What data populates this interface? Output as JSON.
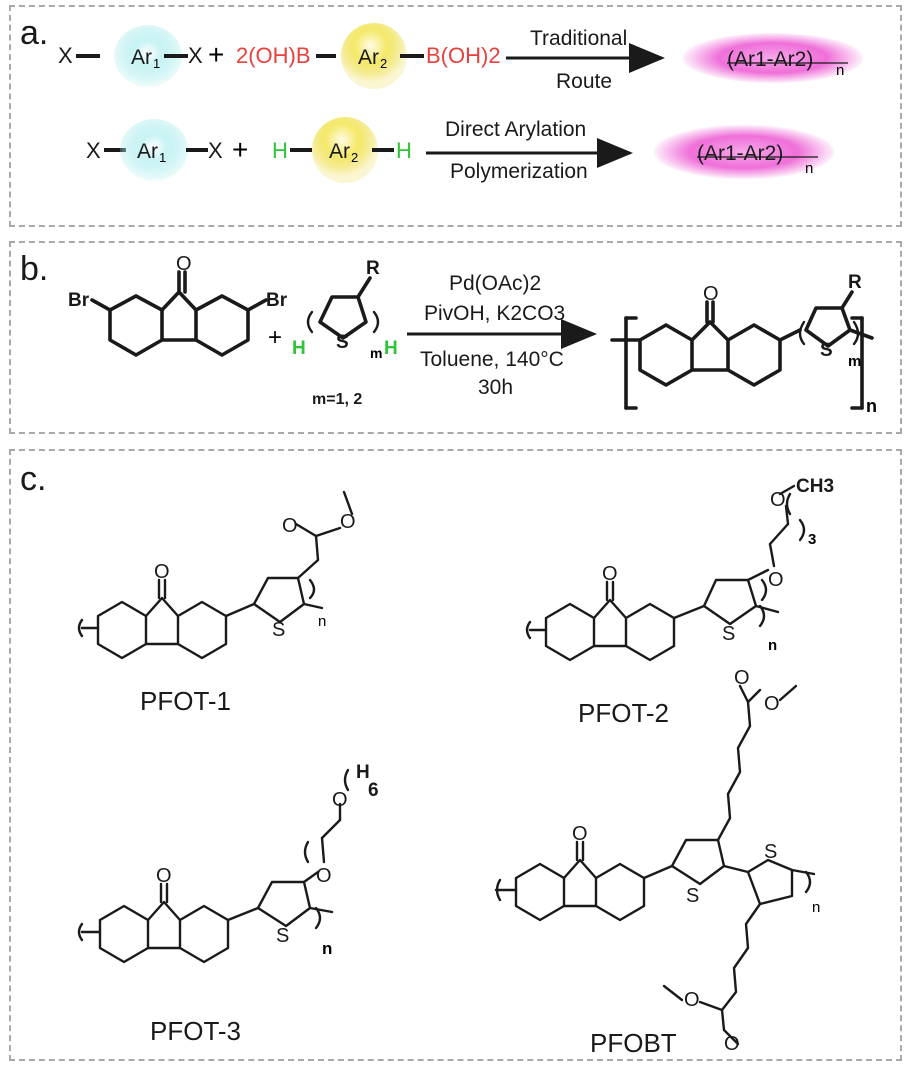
{
  "panels": {
    "a": {
      "label": "a.",
      "row1": {
        "x_left": "X",
        "ar1": "Ar",
        "ar1_sub": "1",
        "x_right": "X",
        "plus": "+",
        "boron_left": "2(OH)B",
        "ar2": "Ar",
        "ar2_sub": "2",
        "boron_right": "B(OH)2",
        "arrow_top": "Traditional",
        "arrow_bottom": "Route",
        "product": "(Ar1-Ar2)",
        "product_sub": "n"
      },
      "row2": {
        "x_left": "X",
        "ar1": "Ar",
        "ar1_sub": "1",
        "x_right": "X",
        "plus": "+",
        "h_left": "H",
        "ar2": "Ar",
        "ar2_sub": "2",
        "h_right": "H",
        "arrow_top": "Direct Arylation",
        "arrow_bottom": "Polymerization",
        "product": "(Ar1-Ar2)",
        "product_sub": "n"
      },
      "colors": {
        "ar1_glow": "#9ee8ea",
        "ar2_glow": "#f2e35a",
        "product_glow": "#ef6fd9",
        "boron": "#e8413c",
        "hydrogen": "#2fc43a"
      }
    },
    "b": {
      "label": "b.",
      "br_left": "Br",
      "br_right": "Br",
      "oxygen": "O",
      "plus": "+",
      "r_group": "R",
      "sulfur": "S",
      "h_left": "H",
      "h_right": "H",
      "m_sub": "m",
      "m_values": "m=1, 2",
      "conditions": [
        "Pd(OAc)2",
        "PivOH, K2CO3",
        "Toluene, 140°C",
        "30h"
      ],
      "product_oxygen": "O",
      "product_r": "R",
      "product_s": "S",
      "product_m": "m",
      "product_n": "n"
    },
    "c": {
      "label": "c.",
      "polymers": [
        {
          "name": "PFOT-1",
          "atoms": [
            "O",
            "O",
            "O",
            "S"
          ],
          "n": "n"
        },
        {
          "name": "PFOT-2",
          "atoms": [
            "O",
            "CH3",
            "O",
            "S"
          ],
          "repeat": "3",
          "n": "n"
        },
        {
          "name": "PFOT-3",
          "atoms": [
            "O",
            "O",
            "H",
            "O",
            "S"
          ],
          "repeat": "6",
          "n": "n"
        },
        {
          "name": "PFOBT",
          "atoms": [
            "O",
            "O",
            "O",
            "S",
            "S",
            "O",
            "O"
          ],
          "n": "n"
        }
      ]
    }
  }
}
